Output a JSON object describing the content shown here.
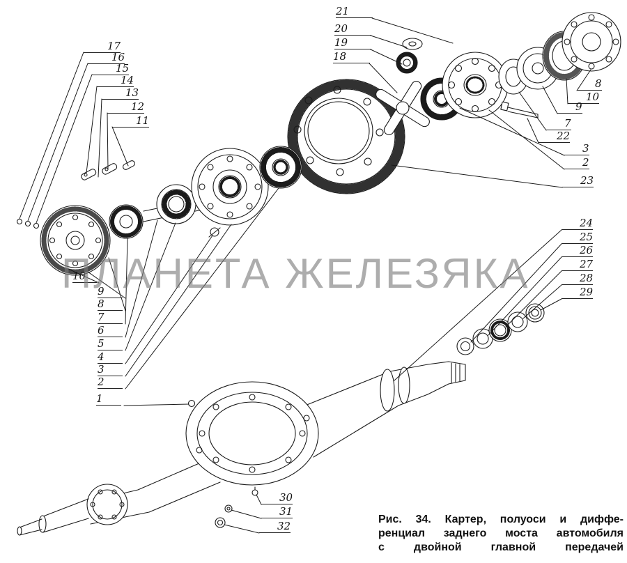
{
  "watermark": "ПЛАНЕТА ЖЕЛЕЗЯКА",
  "caption": {
    "line1": "Рис. 34. Картер, полуоси и диффе-",
    "line2": "ренциал заднего моста автомобиля",
    "line3": "с двойной главной передачей"
  },
  "callouts": {
    "tl": [
      "17",
      "16",
      "15",
      "14",
      "13",
      "12",
      "11"
    ],
    "tr": [
      "21",
      "20",
      "19",
      "18"
    ],
    "right_upper": [
      "8",
      "10",
      "9",
      "7",
      "22",
      "3",
      "2",
      "23"
    ],
    "right_mid": [
      "24",
      "25",
      "26",
      "27",
      "28",
      "29"
    ],
    "left_mid": [
      "10",
      "9",
      "8",
      "7",
      "6",
      "5",
      "4",
      "3",
      "2",
      "1"
    ],
    "bottom": [
      "30",
      "31",
      "32"
    ]
  }
}
